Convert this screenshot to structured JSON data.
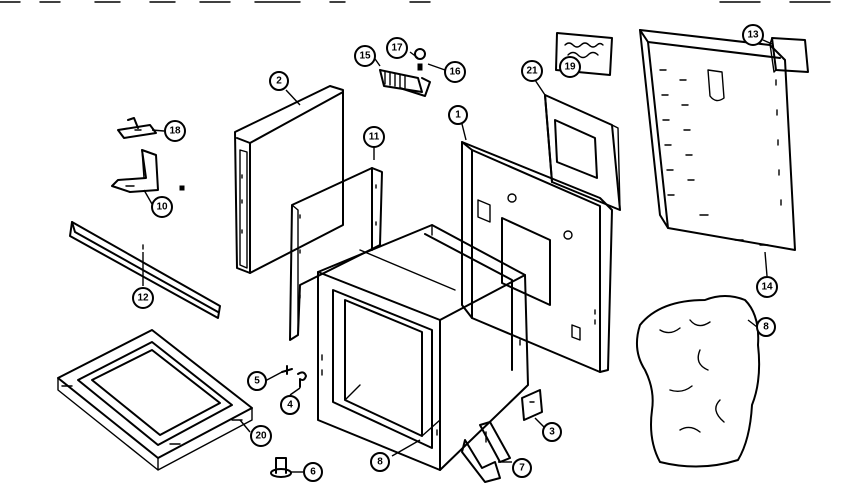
{
  "callouts": [
    {
      "id": "c1",
      "label": "1"
    },
    {
      "id": "c2",
      "label": "2"
    },
    {
      "id": "c3",
      "label": "3"
    },
    {
      "id": "c4",
      "label": "4"
    },
    {
      "id": "c5",
      "label": "5"
    },
    {
      "id": "c6",
      "label": "6"
    },
    {
      "id": "c7",
      "label": "7"
    },
    {
      "id": "c8a",
      "label": "8"
    },
    {
      "id": "c8b",
      "label": "8"
    },
    {
      "id": "c10",
      "label": "10"
    },
    {
      "id": "c11",
      "label": "11"
    },
    {
      "id": "c12",
      "label": "12"
    },
    {
      "id": "c13",
      "label": "13"
    },
    {
      "id": "c14",
      "label": "14"
    },
    {
      "id": "c15",
      "label": "15"
    },
    {
      "id": "c16",
      "label": "16"
    },
    {
      "id": "c17",
      "label": "17"
    },
    {
      "id": "c18",
      "label": "18"
    },
    {
      "id": "c19",
      "label": "19"
    },
    {
      "id": "c20",
      "label": "20"
    },
    {
      "id": "c21",
      "label": "21"
    }
  ]
}
